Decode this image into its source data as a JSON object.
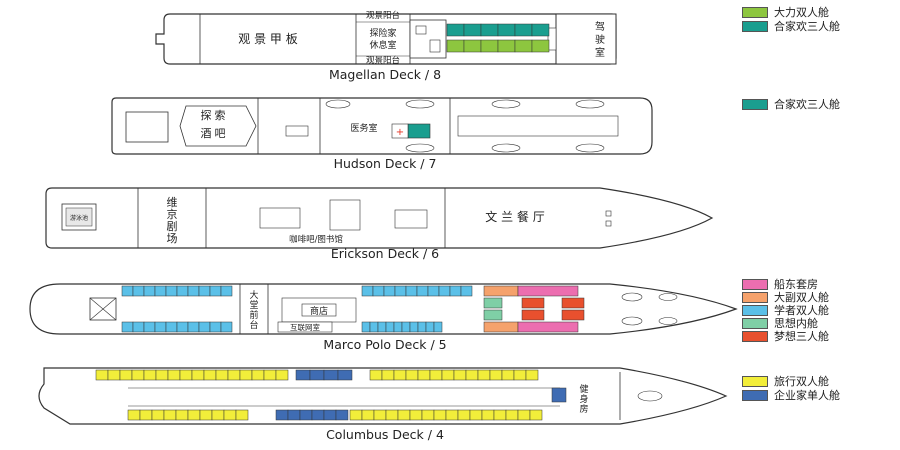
{
  "decks": [
    {
      "id": "magellan",
      "title": "Magellan Deck / 8",
      "labels": {
        "observation": "观 景 甲 板",
        "balcony": "观景阳台",
        "explorer": "探险家",
        "lounge": "休息室",
        "bridge_1": "驾",
        "bridge_2": "驶",
        "bridge_3": "室"
      }
    },
    {
      "id": "hudson",
      "title": "Hudson Deck / 7",
      "labels": {
        "bar_1": "探",
        "bar_2": "索",
        "bar_3": "酒",
        "bar_4": "吧",
        "clinic": "医务室"
      }
    },
    {
      "id": "erickson",
      "title": "Erickson Deck / 6",
      "labels": {
        "theatre_1": "维",
        "theatre_2": "京",
        "theatre_3": "剧",
        "theatre_4": "场",
        "pool": "游泳池",
        "cafe": "咖啡吧/图书馆",
        "restaurant": "文 兰 餐 厅"
      }
    },
    {
      "id": "marco_polo",
      "title": "Marco Polo Deck / 5",
      "labels": {
        "reception_1": "大",
        "reception_2": "堂",
        "reception_3": "前",
        "reception_4": "台",
        "shop": "商店",
        "internet": "互联网室"
      }
    },
    {
      "id": "columbus",
      "title": "Columbus Deck / 4",
      "labels": {
        "gym_1": "健",
        "gym_2": "身",
        "gym_3": "房"
      }
    }
  ],
  "legends": [
    {
      "items": [
        {
          "label": "大力双人舱",
          "color": "#8dc63f"
        },
        {
          "label": "合家欢三人舱",
          "color": "#1a9e8f"
        }
      ]
    },
    {
      "items": [
        {
          "label": "合家欢三人舱",
          "color": "#1a9e8f"
        }
      ]
    },
    {
      "items": [
        {
          "label": "船东套房",
          "color": "#ec6eb0"
        },
        {
          "label": "大副双人舱",
          "color": "#f5a26c"
        },
        {
          "label": "学者双人舱",
          "color": "#5bc0e8"
        },
        {
          "label": "思想内舱",
          "color": "#7fcfa6"
        },
        {
          "label": "梦想三人舱",
          "color": "#e8502e"
        }
      ]
    },
    {
      "items": [
        {
          "label": "旅行双人舱",
          "color": "#f2ee3a"
        },
        {
          "label": "企业家单人舱",
          "color": "#3f6cb3"
        }
      ]
    }
  ]
}
